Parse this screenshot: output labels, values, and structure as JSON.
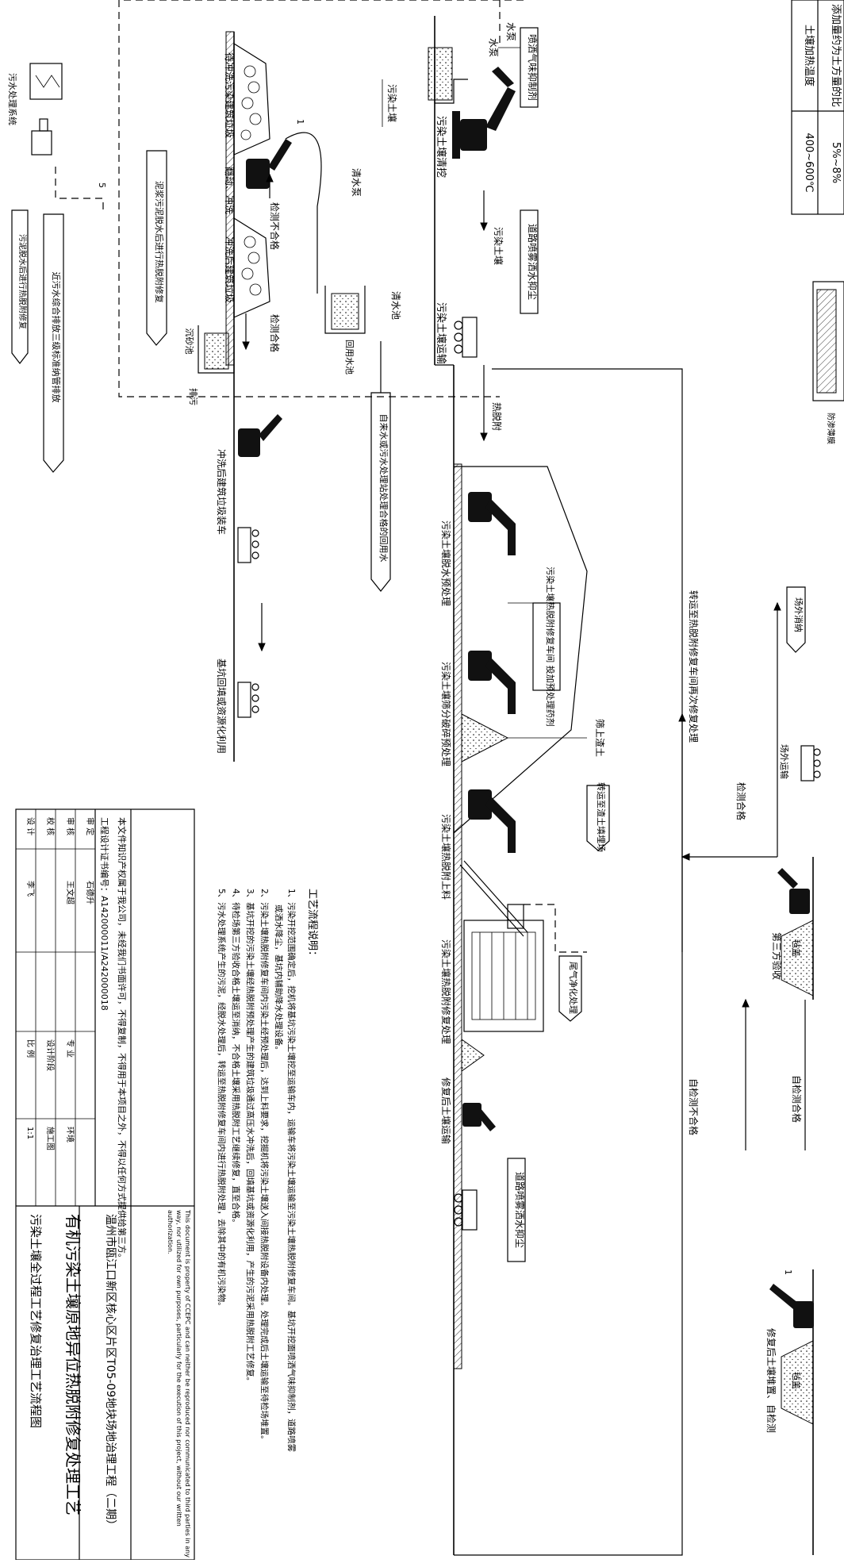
{
  "top_table": {
    "rows": [
      {
        "label": "添加量约为土方量的比",
        "value": "5%~8%"
      },
      {
        "label": "土壤加热温度",
        "value": "400~600℃"
      }
    ]
  },
  "legend": {
    "label": "防渗薄膜"
  },
  "labels": {
    "deodorant": "喷洒气味抑制剂",
    "water_spray": "水泵",
    "contaminated_soil": "污染土壤",
    "soil_excavation": "污染土壤清挖",
    "road_clean_1": "道路喷雾洒水抑尘",
    "soil_vehicle": "污染土壤",
    "soil_transport": "污染土壤运输",
    "screen_label": "待冲洗污染建筑垃圾",
    "pile_move": "翻动、冲洗",
    "test_fail": "检测不合格",
    "flush_pump": "清水泵",
    "clear_pool": "清水池",
    "circ_pool": "回用水池",
    "reuse_water": "自来水或污水处理站处理合格的回用水",
    "wash_label": "冲洗后建筑垃圾",
    "settle_pool": "沉砂池",
    "drain": "排污",
    "test_ok": "检测合格",
    "wastewater_system": "污水处理系统",
    "sewage_to": "近污水综合排放三级标准纳管排放",
    "sludge": "泥浆污泥脱水后进行热脱附修复",
    "sludge2": "污泥脱水后进行热脱附修复",
    "wash_loader": "冲洗后建筑垃圾装车",
    "backfill": "基坑回填或资源化利用",
    "to_thermal": "热脱附",
    "pretreat": "污染土壤脱水预处理",
    "pretreat_tool": "污染土壤热脱附修复车间\n投加预处理药剂",
    "mix": "污染土壤筛分破碎预处理",
    "feed": "污染土壤热脱附上料",
    "screen_top": "筛上渣土",
    "screen_out": "转运至渣土填埋场",
    "tail_gas": "尾气净化处理",
    "thermal_repair": "污染土壤热脱附修复处理",
    "repaired_transport": "修复后土壤运输",
    "road_clean_2": "道路喷雾洒水抑尘",
    "recheck_route": "转运至热脱附修复车间再次修复处理",
    "outside": "场外消纳",
    "outside_transport": "场外运输",
    "detect_ok": "检测合格",
    "stockpile3": "第三方验收",
    "cover": "毡盖",
    "self_fail": "自检测不合格",
    "self_ok": "自检测合格",
    "cover2": "毡盖",
    "repaired_stack": "修复后土壤堆置、自检测",
    "num1": "1",
    "num5": "5"
  },
  "process_notes": {
    "title": "工艺流程说明：",
    "items": [
      "1、污染开挖范围确定后，挖机将基坑污染土壤挖至运输车内，运输车将污染土壤运输至污染土壤热脱附修复车间。基坑开挖面喷洒气味抑制剂，道路喷雾",
      "或洒水降尘，基坑内辅助降水处理设备。",
      "2、污染土壤热脱附修复车间内污染土经预处理后，达到上料要求，挖掘机将污染土壤送入间接热脱附设备内处理。处理完成后土壤运输至待检场堆置。",
      "3、基坑开挖的污染土壤经热脱附预处理产生的建筑垃圾通过高压水冲洗后，回填基坑或资源化利用，产生的污泥采用热脱附工艺修复。",
      "4、待检场第三方验收合格土壤运至消纳，不合格土壤采用热脱附工艺继续修复，直至合格。",
      "5、污水处理系统产生的污泥，经脱水处理后，转运至热脱附修复车间内进行热脱附处理，去除其中的有机污染物。"
    ]
  },
  "title_block": {
    "copyright": "本文件知识产权属于我公司，未经我们书面许可，不得复制，不得用于本项目之外，不得以任何方式提供给第三方。",
    "cert": "工程设计证书编号：A142000011/A242000018",
    "rows": [
      {
        "role": "审 定",
        "name": "石德升",
        "r2": "",
        "v2": ""
      },
      {
        "role": "审 核",
        "name": "王文超",
        "r2": "专 业",
        "v2": "环境"
      },
      {
        "role": "校 核",
        "name": "",
        "r2": "设计阶段",
        "v2": "施工图"
      },
      {
        "role": "设 计",
        "name": "李飞",
        "r2": "比 例",
        "v2": "1:1"
      }
    ],
    "english_note": "This document is property of CCEPC and can neither be reproduced nor communicated to third parties in any way, nor utilized for own purposes, particularly for the execution of this project, without our written authorization.",
    "project": "温州市瓯江口新区核心区片区T05-09地块场地治理工程（二期）",
    "drawing_title": "有机污染土壤原地异位热脱附修复处理工艺",
    "drawing_sub": "污染土壤全过程工艺修复治理工艺流程图"
  }
}
